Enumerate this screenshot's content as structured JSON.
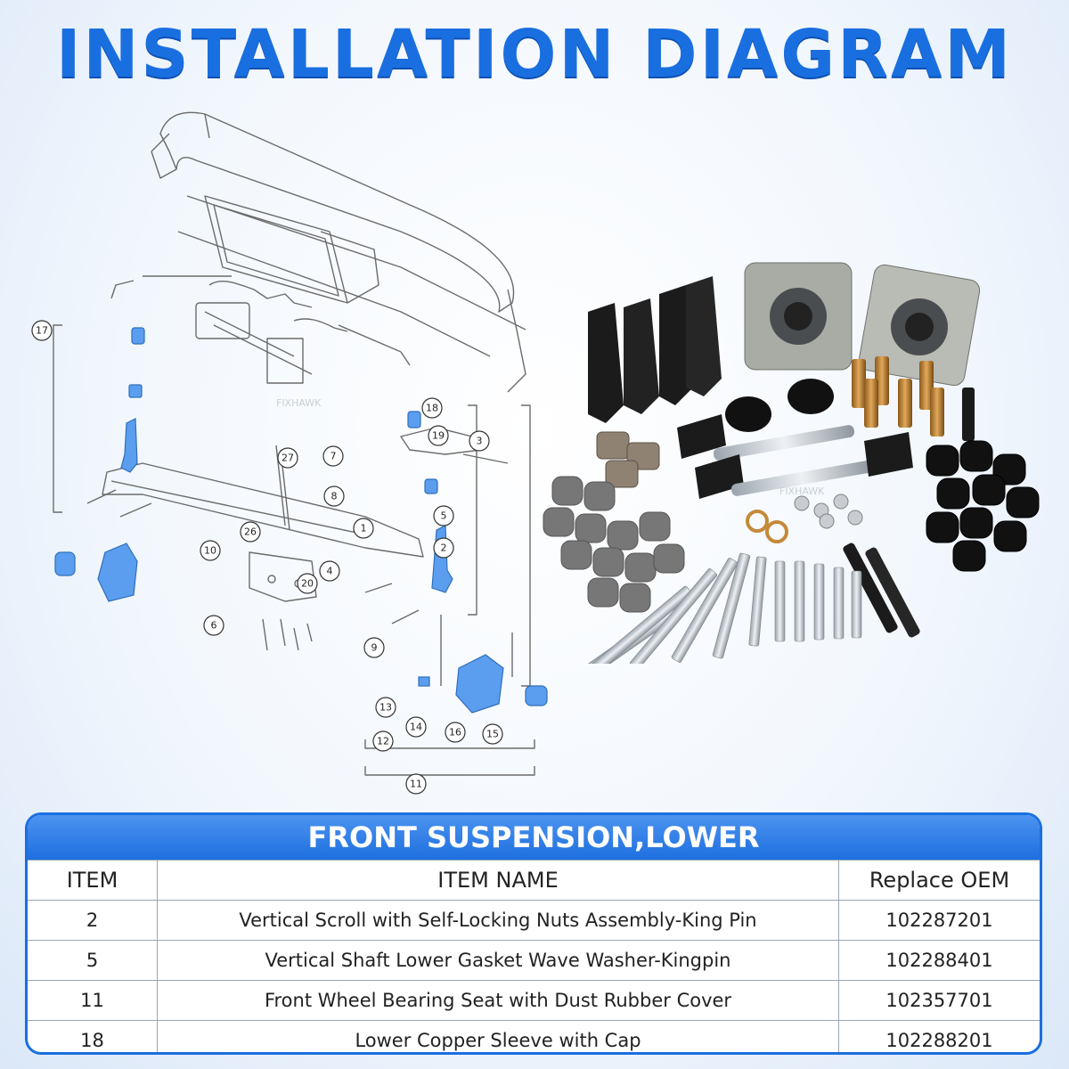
{
  "header": {
    "title": "INSTALLATION DIAGRAM"
  },
  "diagram": {
    "watermark": "FIXHAWK",
    "callouts": [
      "17",
      "18",
      "19",
      "3",
      "7",
      "27",
      "8",
      "5",
      "2",
      "1",
      "26",
      "10",
      "4",
      "20",
      "6",
      "9",
      "13",
      "14",
      "16",
      "15",
      "12",
      "11"
    ]
  },
  "photo": {
    "watermark": "FIXHAWK"
  },
  "table": {
    "title": "FRONT SUSPENSION,LOWER",
    "columns": [
      "ITEM",
      "ITEM NAME",
      "Replace OEM"
    ],
    "rows": [
      {
        "item": "2",
        "name": "Vertical Scroll with Self-Locking Nuts Assembly-King Pin",
        "oem": "102287201"
      },
      {
        "item": "5",
        "name": "Vertical Shaft Lower Gasket Wave Washer-Kingpin",
        "oem": "102288401"
      },
      {
        "item": "11",
        "name": "Front Wheel Bearing Seat with Dust Rubber Cover",
        "oem": "102357701"
      },
      {
        "item": "18",
        "name": "Lower Copper Sleeve with Cap",
        "oem": "102288201"
      }
    ]
  },
  "colors": {
    "accent": "#1a6fe0",
    "highlight": "#4a90e2"
  }
}
